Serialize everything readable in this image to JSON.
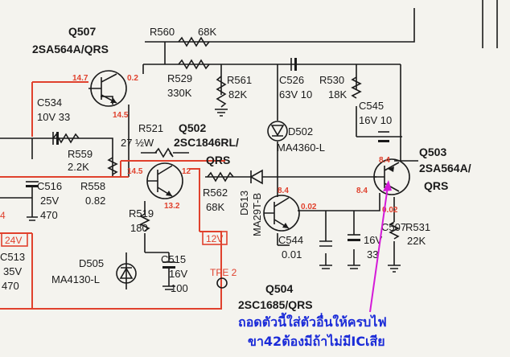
{
  "components": {
    "q507": {
      "name": "Q507",
      "type": "2SA564A/QRS"
    },
    "r560": {
      "name": "R560",
      "value": "68K"
    },
    "r529": {
      "name": "R529",
      "value": "330K"
    },
    "r561": {
      "name": "R561",
      "value": "82K"
    },
    "c526": {
      "name": "C526",
      "value": "63V 10"
    },
    "r530": {
      "name": "R530",
      "value": "18K"
    },
    "c545": {
      "name": "C545",
      "value": "16V 10"
    },
    "c534": {
      "name": "C534",
      "value": "10V 33"
    },
    "r521": {
      "name": "R521",
      "value": "27 ½W"
    },
    "q502": {
      "name": "Q502",
      "type": "2SC1846RL/",
      "type2": "QRS"
    },
    "d502": {
      "name": "D502",
      "type": "MA4360-L"
    },
    "q503": {
      "name": "Q503",
      "type": "2SA564A/",
      "type2": "QRS"
    },
    "r559": {
      "name": "R559",
      "value": "2.2K"
    },
    "r558": {
      "name": "R558",
      "value": "0.82"
    },
    "c516": {
      "name": "C516",
      "value": "25V",
      "value2": "470"
    },
    "r562": {
      "name": "R562",
      "value": "68K"
    },
    "d513": {
      "name": "D513",
      "type": "MA29T-B"
    },
    "r519": {
      "name": "R519",
      "value": "180"
    },
    "c507": {
      "name": "C507",
      "value": "16V",
      "value2": "33"
    },
    "r531": {
      "name": "R531",
      "value": "22K"
    },
    "c544": {
      "name": "C544",
      "value": "0.01"
    },
    "c513": {
      "name": "C513",
      "value": "35V",
      "value2": "470"
    },
    "d505": {
      "name": "D505",
      "type": "MA4130-L"
    },
    "c515": {
      "name": "C515",
      "value": "16V",
      "value2": "100"
    },
    "q504": {
      "name": "Q504",
      "type": "2SC1685/QRS"
    },
    "tpe2": {
      "name": "TPE 2"
    }
  },
  "voltages": {
    "q507_b": "14.7",
    "q507_e": "0.2",
    "q507_c": "14.5",
    "q502_b": "14.5",
    "q502_c": "12",
    "q502_e": "13.2",
    "q504_c": "8.4",
    "q504_e": "0.02",
    "q503_e": "8.4",
    "q503_b": "8.4",
    "q503_c": "0.02",
    "box_24v": "24V",
    "box_12v": "12V",
    "left_4": "4"
  },
  "annotation": {
    "line1": "ถอดตัวนี้ใส่ตัวอื่นให้ครบไฟ",
    "line2": "ขา42ต้องมีถ้าไม่มีICเสีย",
    "color": "#1a2bd8",
    "arrow_color": "#d41ad8"
  }
}
